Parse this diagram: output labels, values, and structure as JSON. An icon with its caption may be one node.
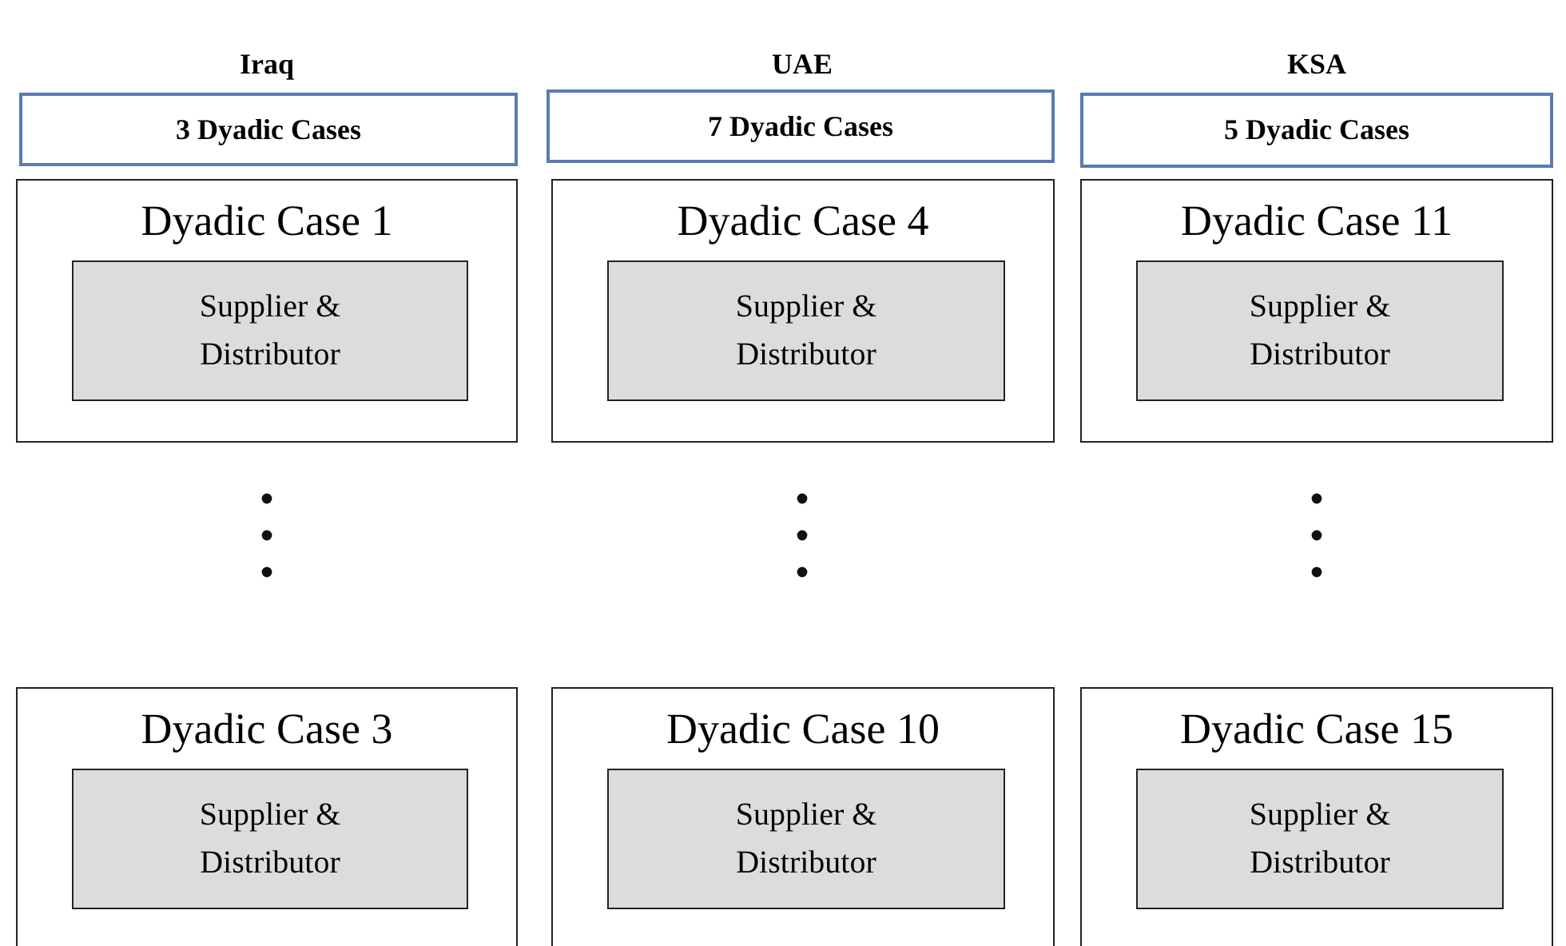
{
  "diagram": {
    "nodes": [
      {
        "text": [
          "3 Dyadic Cases"
        ]
      },
      {
        "text": [
          "7 Dyadic Cases"
        ]
      },
      {
        "text": [
          "5 Dyadic Cases"
        ]
      },
      {
        "text": [
          "Dyadic Case 1"
        ]
      },
      {
        "text": [
          "Supplier & Distributor"
        ],
        "in": 3
      },
      {
        "text": [
          "Dyadic Case 4"
        ]
      },
      {
        "text": [
          "Supplier & Distributor"
        ],
        "in": 5
      },
      {
        "text": [
          "Dyadic Case 11"
        ]
      },
      {
        "text": [
          "Supplier & Distributor"
        ],
        "in": 7
      },
      {
        "text": [
          "Dyadic Case 3"
        ]
      },
      {
        "text": [
          "Supplier & Distributor"
        ],
        "in": 9
      },
      {
        "text": [
          "Dyadic Case 10"
        ]
      },
      {
        "text": [
          "Supplier & Distributor"
        ],
        "in": 11
      },
      {
        "text": [
          "Dyadic Case 15"
        ]
      },
      {
        "text": [
          "Supplier & Distributor"
        ],
        "in": 13
      }
    ],
    "labels": [
      "Iraq",
      "UAE",
      "KSA"
    ]
  }
}
